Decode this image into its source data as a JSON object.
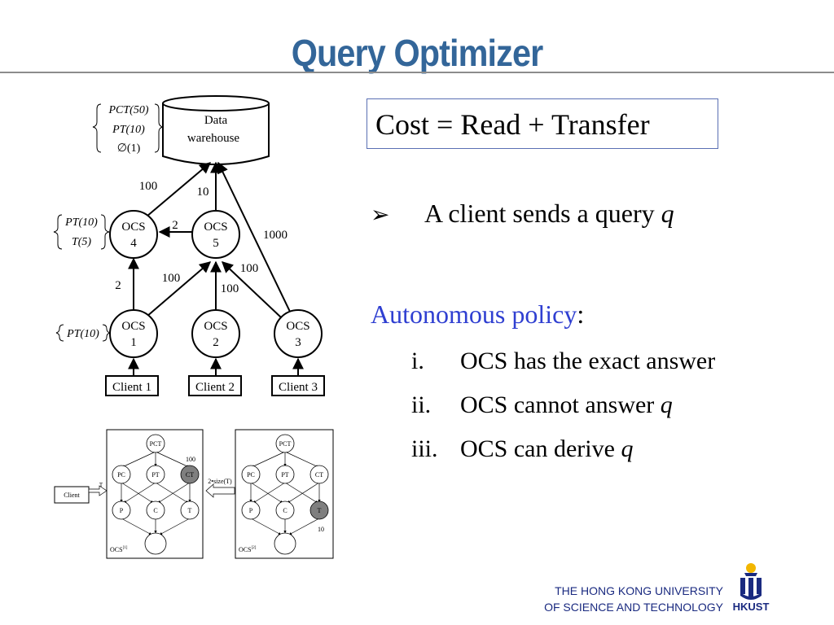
{
  "title": "Query Optimizer",
  "cost_formula": "Cost = Read + Transfer",
  "bullet": {
    "text": "A client sends a query ",
    "var": "q"
  },
  "policy": {
    "label": "Autonomous policy",
    "colon": ":",
    "items": [
      {
        "num": "i.",
        "text": "OCS has the exact answer",
        "var": ""
      },
      {
        "num": "ii.",
        "text": "OCS cannot answer ",
        "var": "q"
      },
      {
        "num": "iii.",
        "text": "OCS can derive ",
        "var": "q"
      }
    ]
  },
  "footer": {
    "line1": "THE HONG KONG UNIVERSITY",
    "line2": "OF SCIENCE AND TECHNOLOGY",
    "logo_text": "HKUST"
  },
  "diagram": {
    "warehouse": [
      "Data",
      "warehouse"
    ],
    "warehouse_brace": [
      "PCT(50)",
      "PT(10)",
      "∅(1)"
    ],
    "ocs4_brace": [
      "PT(10)",
      "T(5)"
    ],
    "ocs1_brace": [
      "PT(10)"
    ],
    "nodes": {
      "ocs4": [
        "OCS",
        "4"
      ],
      "ocs5": [
        "OCS",
        "5"
      ],
      "ocs1": [
        "OCS",
        "1"
      ],
      "ocs2": [
        "OCS",
        "2"
      ],
      "ocs3": [
        "OCS",
        "3"
      ]
    },
    "edge_labels": {
      "ocs4_dw": "100",
      "ocs5_dw": "10",
      "ocs3_dw": "1000",
      "ocs4_ocs5": "2",
      "ocs1_ocs4": "2",
      "ocs1_ocs5": "100",
      "ocs2_ocs5": "100",
      "ocs3_ocs5": "100"
    },
    "clients": [
      "Client 1",
      "Client 2",
      "Client 3"
    ]
  },
  "lattice": {
    "nodes_top": "PCT",
    "nodes_mid": [
      "PC",
      "PT",
      "CT"
    ],
    "nodes_low": [
      "P",
      "C",
      "T"
    ],
    "left_label": "OCS",
    "left_sup": "[1]",
    "right_label": "OCS",
    "right_sup": "[2]",
    "left_cost": "100",
    "right_cost": "10",
    "transfer_label": "2•size(T)",
    "client_label": "Client",
    "client_arrow_label": "T"
  },
  "colors": {
    "title": "#336699",
    "policy_highlight": "#2f3fd1",
    "box_border": "#5a6fb3",
    "footer_text": "#1a2a80",
    "logo_blue": "#1a2a80",
    "logo_gold": "#f2b600",
    "lattice_shaded": "#7f7f7f"
  }
}
